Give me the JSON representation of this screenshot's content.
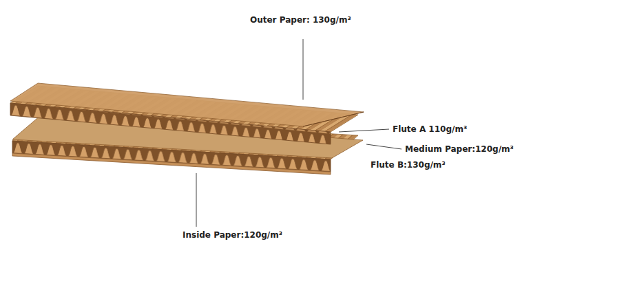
{
  "diagram": {
    "labels": [
      "Outer Paper:  130g/m³",
      "Flute A 110g/m³",
      "Medium Paper:120g/m³",
      "Flute B:130g/m³",
      "Inside Paper:120g/m³"
    ]
  }
}
